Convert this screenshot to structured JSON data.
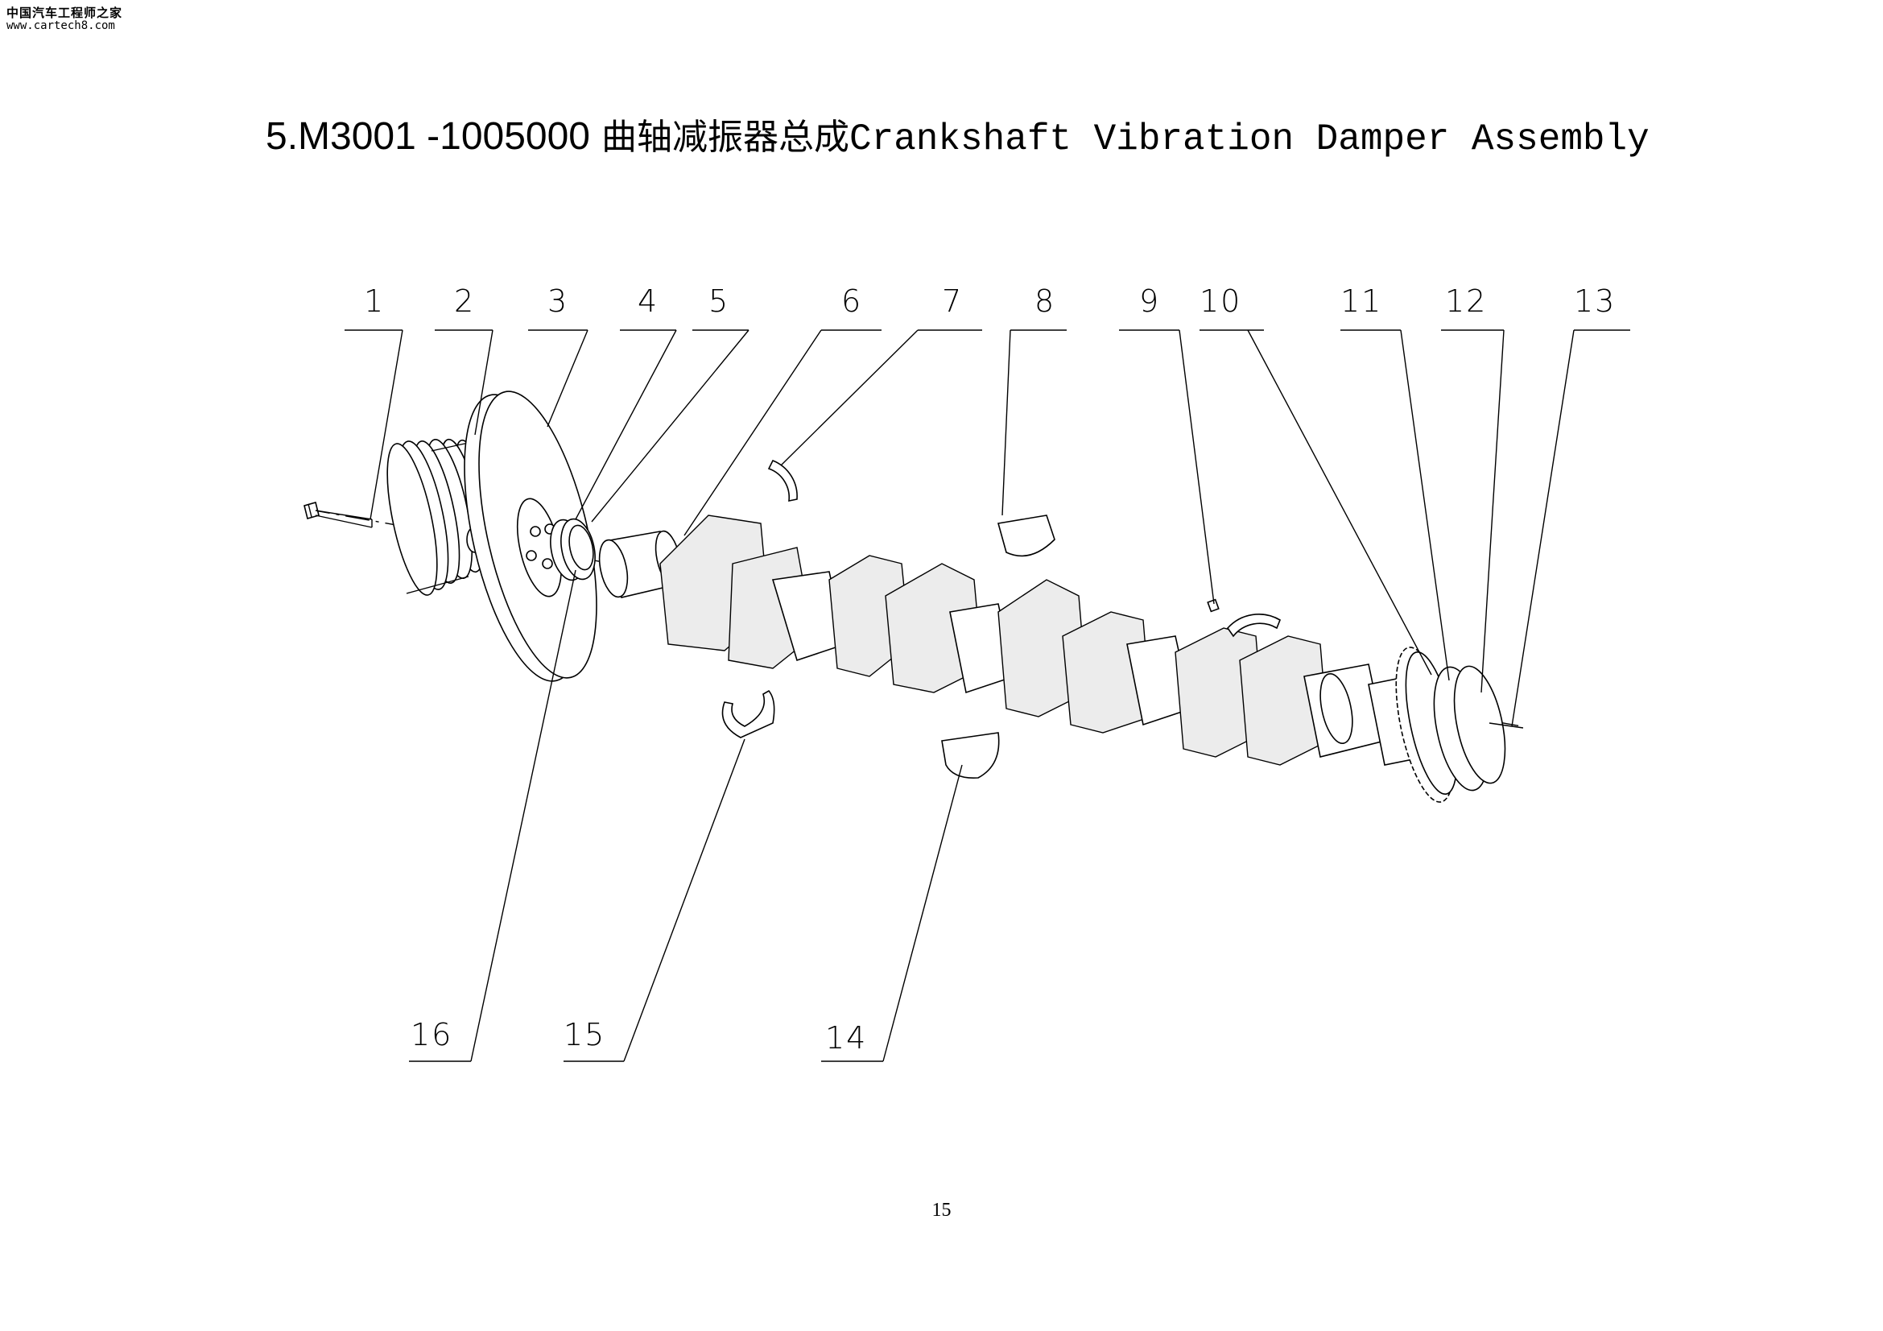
{
  "watermark": {
    "site_name": "中国汽车工程师之家",
    "url": "www.cartech8.com"
  },
  "title": {
    "code": "5.M3001 -1005000",
    "chinese": "曲轴减振器总成",
    "english": "Crankshaft Vibration Damper Assembly"
  },
  "callouts": [
    "1",
    "2",
    "3",
    "4",
    "5",
    "6",
    "7",
    "8",
    "9",
    "10",
    "11",
    "12",
    "13",
    "14",
    "15",
    "16"
  ],
  "page_number": "15"
}
